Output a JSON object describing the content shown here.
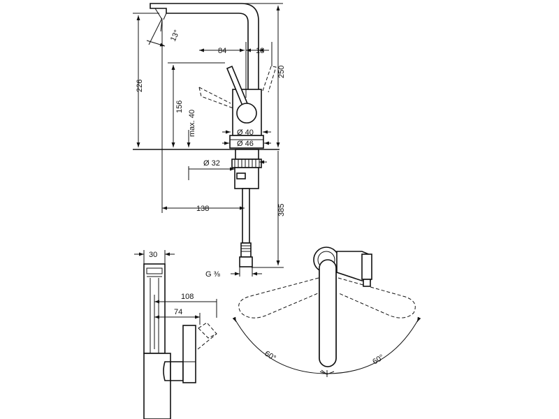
{
  "labels": {
    "angle_13": "13°",
    "d84": "84",
    "d18": "18",
    "d226": "226",
    "d156": "156",
    "max40": "max. 40",
    "d250": "250",
    "dia40": "Ø 40",
    "dia46": "Ø 46",
    "dia32": "Ø 32",
    "d138": "138",
    "d385": "385",
    "g38": "G ⅜",
    "d30": "30",
    "d108": "108",
    "d74": "74",
    "angle_left": "60°",
    "angle_right": "60°"
  },
  "colors": {
    "line": "#111111",
    "background": "#ffffff"
  }
}
